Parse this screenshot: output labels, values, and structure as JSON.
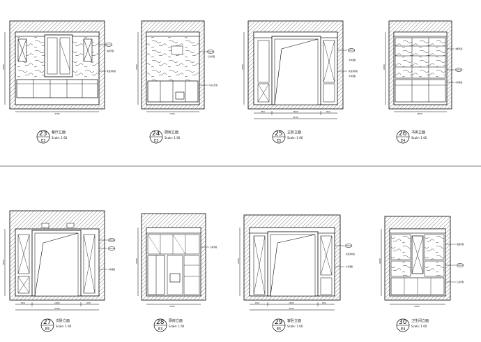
{
  "sheet": {
    "panels": [
      {
        "num": "23",
        "title": "餐厅立面",
        "scale": "Scale: 1    60",
        "sub": "E3",
        "width_dim": "3150",
        "height_dim": "2800",
        "tags": [
          "GC-01",
          "墙纸饰面",
          "乳胶漆饰面"
        ]
      },
      {
        "num": "24",
        "title": "厨房立面",
        "scale": "Scale: 1    60",
        "sub": "E3",
        "width_dim": "1750",
        "height_dim": "2800",
        "tags": [
          "WD-01",
          "石材饰面",
          "人造石台面"
        ]
      },
      {
        "num": "25",
        "title": "主卧立面",
        "scale": "Scale: 1    60",
        "sub": "E5",
        "width_dim": "3100",
        "height_dim": "2800",
        "sub_dims": [
          "650",
          "1800",
          "650"
        ],
        "tags": [
          "WD-01",
          "木饰面板",
          "乳胶漆饰面",
          "木饰面板"
        ]
      },
      {
        "num": "26",
        "title": "书房立面",
        "scale": "Scale: 1    60",
        "sub": "E4",
        "width_dim": "1800",
        "height_dim": "2800",
        "tags": [
          "书柜饰面",
          "WD-01",
          "木饰面板"
        ]
      },
      {
        "num": "27",
        "title": "次卧立面",
        "scale": "Scale: 1    60",
        "sub": "E5",
        "width_dim": "3100",
        "height_dim": "2800",
        "sub_dims": [
          "650",
          "1800",
          "650"
        ],
        "tags": [
          "WD-01",
          "WD-02",
          "木饰面板"
        ]
      },
      {
        "num": "28",
        "title": "厨房立面",
        "scale": "Scale: 1    60",
        "sub": "E3",
        "width_dim": "2450",
        "height_dim": "2800",
        "tags": [
          "石材饰面"
        ]
      },
      {
        "num": "29",
        "title": "客卧立面",
        "scale": "Scale: 1    60",
        "sub": "E5",
        "width_dim": "3100",
        "height_dim": "2800",
        "sub_dims": [
          "650",
          "1800",
          "650"
        ],
        "tags": [
          "WD-01",
          "乳胶漆饰面",
          "木饰面板"
        ]
      },
      {
        "num": "30",
        "title": "卫生间立面",
        "scale": "Scale: 1    60",
        "sub": "E4",
        "width_dim": "2450",
        "height_dim": "2800",
        "tags": [
          "镜面饰面",
          "WD-01",
          "石材饰面"
        ]
      }
    ]
  }
}
